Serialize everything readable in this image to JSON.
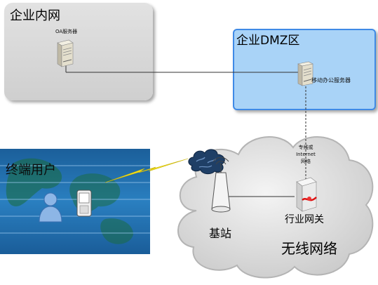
{
  "zones": {
    "intranet": {
      "title": "企业内网"
    },
    "dmz": {
      "title": "企业DMZ区"
    },
    "enduser": {
      "title": "终端用户"
    },
    "wireless": {
      "title": "无线网络"
    }
  },
  "nodes": {
    "oa_server": {
      "label": "OA服务器",
      "icon": "server-icon"
    },
    "mobile_office_server": {
      "label": "移动办公服务器",
      "icon": "server-icon"
    },
    "industry_gateway": {
      "label": "行业网关",
      "icon": "gateway-icon"
    },
    "base_station": {
      "label": "基站",
      "icon": "base-station-icon"
    },
    "internet_cloud": {
      "icon": "internet-cloud-icon"
    }
  },
  "links": {
    "dedicated_line": {
      "label_line1": "专线或",
      "label_line2": "Internet",
      "label_line3": "网络"
    }
  },
  "colors": {
    "dmz_fill": "#a9d3f7",
    "dmz_border": "#3f8ae6",
    "intranet_fill": "#d8d8d8",
    "lightning": "#f5e31a",
    "cloud_fill": "#e3e3e3",
    "panel_blue": "#2270b0"
  }
}
